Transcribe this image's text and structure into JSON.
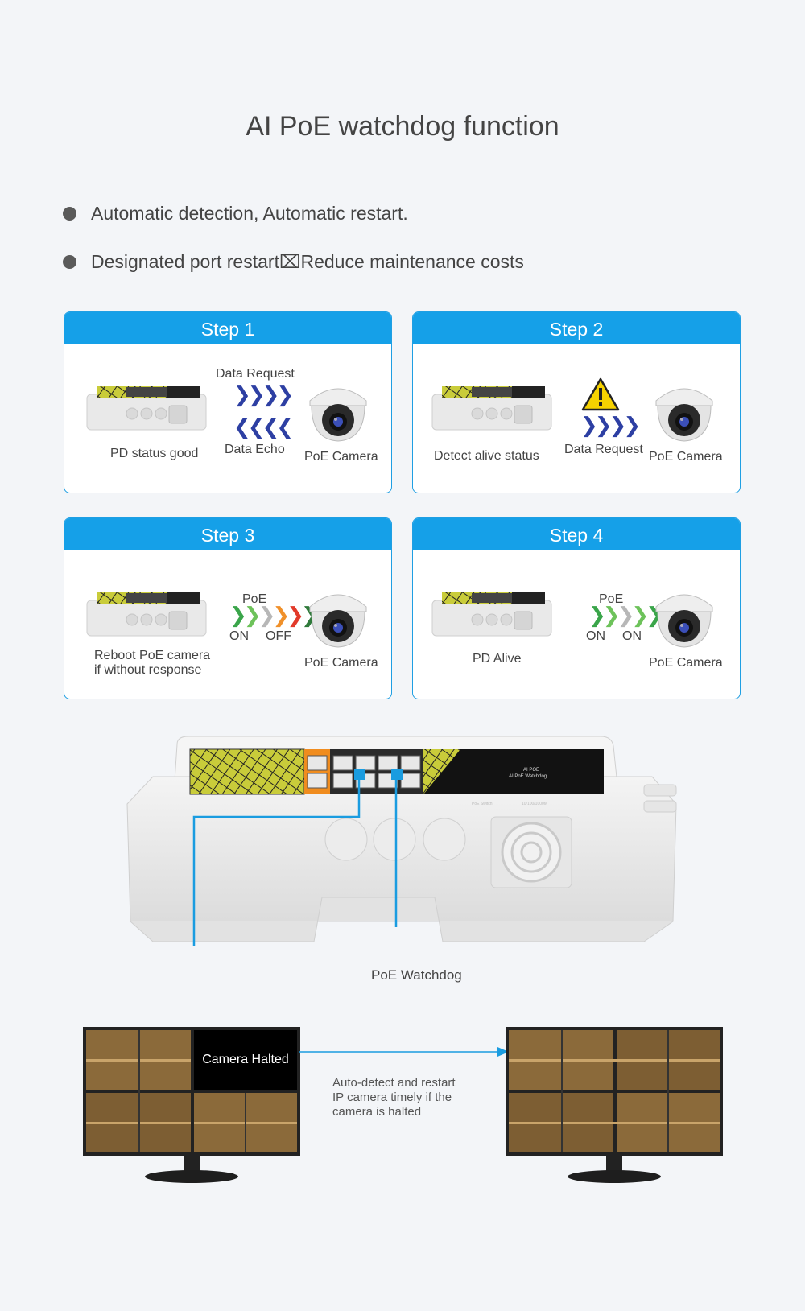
{
  "title": "AI PoE watchdog function",
  "bullets": [
    "Automatic detection, Automatic restart.",
    "Designated port restart⌧Reduce maintenance costs"
  ],
  "steps": [
    {
      "header": "Step 1",
      "left_label": "PD status good",
      "mid_top": "Data Request",
      "mid_bottom": "Data Echo",
      "right_label": "PoE Camera"
    },
    {
      "header": "Step 2",
      "left_label": "Detect alive status",
      "mid_bottom": "Data Request",
      "right_label": "PoE Camera"
    },
    {
      "header": "Step 3",
      "left_label_1": "Reboot PoE camera",
      "left_label_2": "if without response",
      "mid_top": "PoE",
      "mid_on": "ON",
      "mid_off": "OFF",
      "right_label": "PoE Camera"
    },
    {
      "header": "Step 4",
      "left_label": "PD Alive",
      "mid_top": "PoE",
      "mid_on": "ON",
      "mid_off": "ON",
      "right_label": "PoE Camera"
    }
  ],
  "device_brand_line1": "AI POE",
  "device_brand_line2": "AI PoE Watchdog",
  "device_small_1": "PoE Switch",
  "device_small_2": "10/100/1000M",
  "watchdog_label": "PoE Watchdog",
  "halted_label": "Camera Halted",
  "description": [
    "Auto-detect and restart",
    "IP camera timely if the",
    "camera is halted"
  ],
  "colors": {
    "accent": "#15a0e8",
    "card_border": "#1f9fe3",
    "background": "#f3f5f8"
  }
}
